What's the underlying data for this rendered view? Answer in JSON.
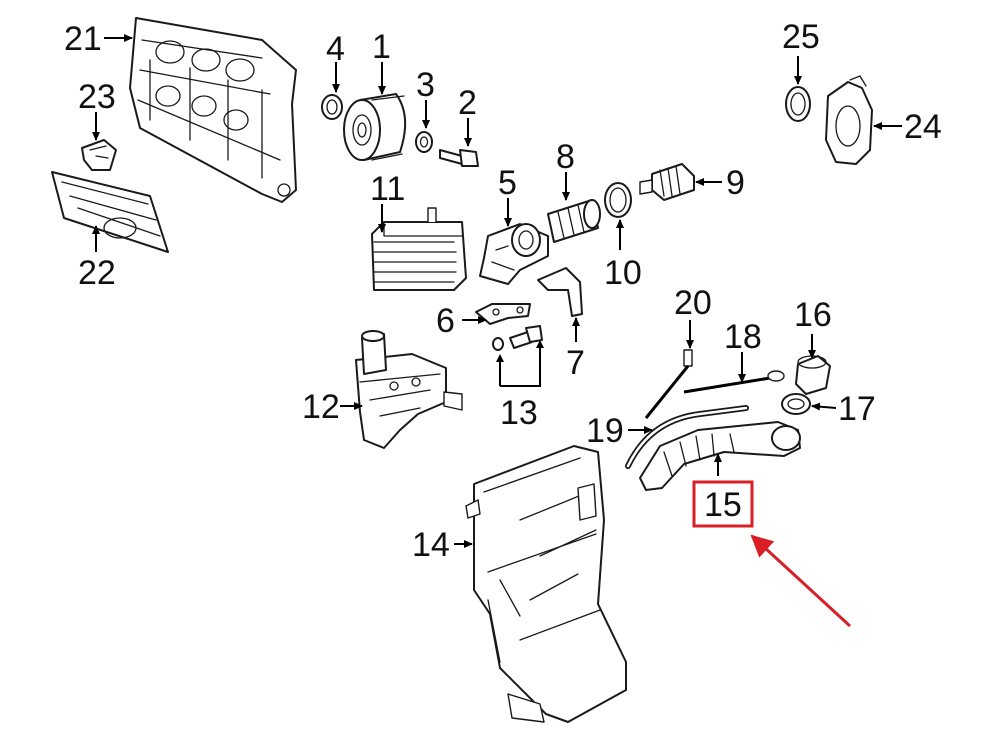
{
  "callouts": [
    {
      "id": "1",
      "text": "1"
    },
    {
      "id": "2",
      "text": "2"
    },
    {
      "id": "3",
      "text": "3"
    },
    {
      "id": "4",
      "text": "4"
    },
    {
      "id": "5",
      "text": "5"
    },
    {
      "id": "6",
      "text": "6"
    },
    {
      "id": "7",
      "text": "7"
    },
    {
      "id": "8",
      "text": "8"
    },
    {
      "id": "9",
      "text": "9"
    },
    {
      "id": "10",
      "text": "10"
    },
    {
      "id": "11",
      "text": "11"
    },
    {
      "id": "12",
      "text": "12"
    },
    {
      "id": "13",
      "text": "13"
    },
    {
      "id": "14",
      "text": "14"
    },
    {
      "id": "15",
      "text": "15"
    },
    {
      "id": "16",
      "text": "16"
    },
    {
      "id": "17",
      "text": "17"
    },
    {
      "id": "18",
      "text": "18"
    },
    {
      "id": "19",
      "text": "19"
    },
    {
      "id": "20",
      "text": "20"
    },
    {
      "id": "21",
      "text": "21"
    },
    {
      "id": "22",
      "text": "22"
    },
    {
      "id": "23",
      "text": "23"
    },
    {
      "id": "24",
      "text": "24"
    },
    {
      "id": "25",
      "text": "25"
    }
  ],
  "highlight": {
    "callout": "15",
    "box_color": "#d91f26",
    "arrow_color": "#d91f26"
  }
}
